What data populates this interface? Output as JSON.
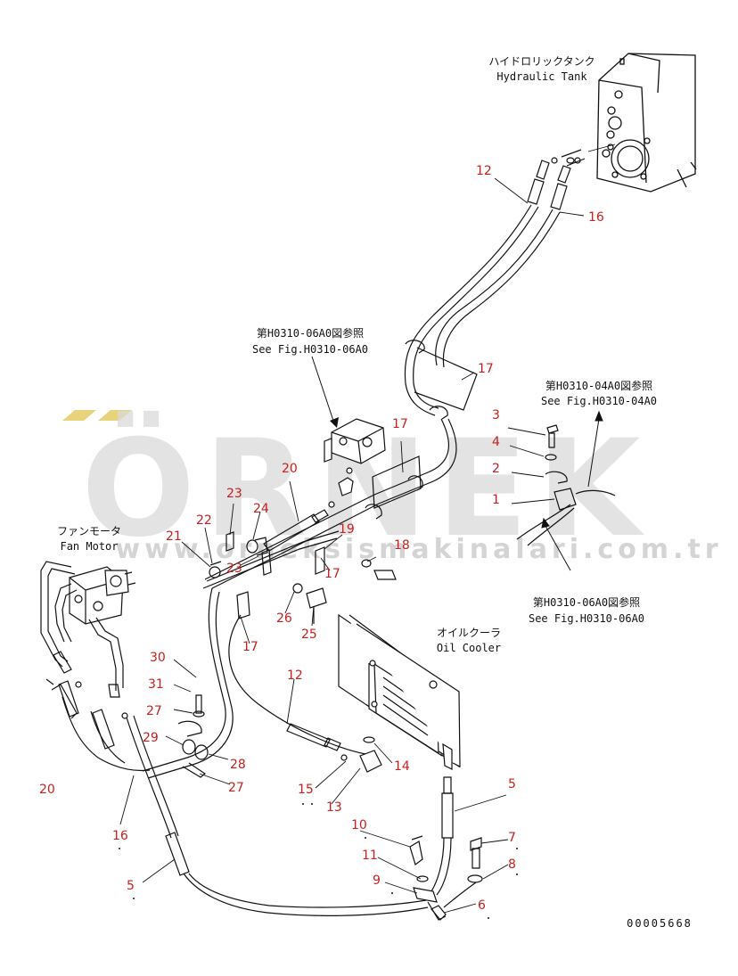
{
  "watermark": {
    "brand": "ÖRNEK",
    "url": "www.orneksismakinalari.com.tr",
    "color": "#d9d9d9",
    "accent_color": "#e8d27a"
  },
  "labels": {
    "hydraulic_tank_jp": "ハイドロリックタンク",
    "hydraulic_tank_en": "Hydraulic Tank",
    "ref_0600_top_jp": "第H0310-06A0図参照",
    "ref_0600_top_en": "See Fig.H0310-06A0",
    "ref_0400_jp": "第H0310-04A0図参照",
    "ref_0400_en": "See Fig.H0310-04A0",
    "ref_0600_bottom_jp": "第H0310-06A0図参照",
    "ref_0600_bottom_en": "See Fig.H0310-06A0",
    "fan_motor_jp": "ファンモータ",
    "fan_motor_en": "Fan Motor",
    "oil_cooler_jp": "オイルクーラ",
    "oil_cooler_en": "Oil Cooler",
    "drawing_number": "00005668"
  },
  "part_numbers": {
    "p12a": "12",
    "p16a": "16",
    "p17a": "17",
    "p17b": "17",
    "p17c": "17",
    "p17d": "17",
    "p3": "3",
    "p4": "4",
    "p2": "2",
    "p1": "1",
    "p20a": "20",
    "p23a": "23",
    "p24": "24",
    "p22": "22",
    "p21": "21",
    "p23b": "23",
    "p19": "19",
    "p18": "18",
    "p26": "26",
    "p25": "25",
    "p30": "30",
    "p31": "31",
    "p27a": "27",
    "p29": "29",
    "p28": "28",
    "p27b": "27",
    "p12b": "12",
    "p14": "14",
    "p15": "15",
    "p13": "13",
    "p20b": "20",
    "p16b": "16",
    "p5a": "5",
    "p5b": "5",
    "p10": "10",
    "p11": "11",
    "p9": "9",
    "p7": "7",
    "p8": "8",
    "p6": "6"
  },
  "colors": {
    "part_number": "#c8201e",
    "line": "#111111"
  }
}
